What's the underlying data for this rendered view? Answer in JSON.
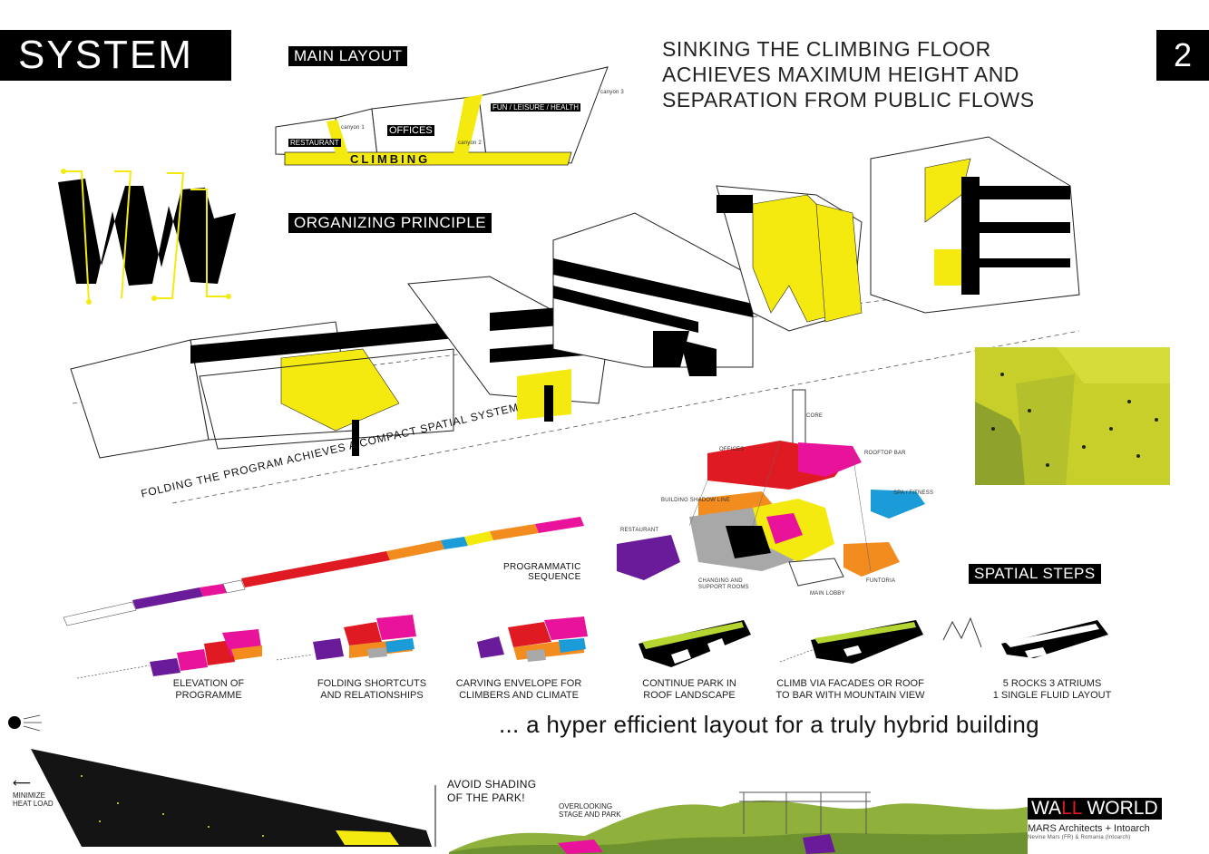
{
  "header": {
    "title": "SYSTEM",
    "page_number": "2",
    "headline_lines": [
      "SINKING THE CLIMBING FLOOR",
      "ACHIEVES MAXIMUM HEIGHT AND",
      "SEPARATION FROM PUBLIC FLOWS"
    ]
  },
  "main_layout": {
    "label": "MAIN LAYOUT",
    "zones": {
      "restaurant": "RESTAURANT",
      "offices": "OFFICES",
      "fun": "FUN / LEISURE / HEALTH",
      "climbing": "CLIMBING",
      "canyon1": "canyon 1",
      "canyon2": "canyon 2",
      "canyon3": "canyon 3"
    }
  },
  "organizing_principle": {
    "label": "ORGANIZING PRINCIPLE"
  },
  "program": {
    "folding_caption": "FOLDING THE PROGRAM ACHIEVES A COMPACT SPATIAL SYSTEM",
    "sequence_caption_1": "PROGRAMMATIC",
    "sequence_caption_2": "SEQUENCE"
  },
  "exploded": {
    "core": "CORE",
    "offices": "OFFICES",
    "rooftop_bar": "ROOFTOP BAR",
    "shadow_line": "BUILDING SHADOW LINE",
    "spa": "SPA / FITNESS",
    "restaurant": "RESTAURANT",
    "changing_1": "CHANGING AND",
    "changing_2": "SUPPORT ROOMS",
    "main_lobby": "MAIN LOBBY",
    "funtoria": "FUNTORIA"
  },
  "spatial_steps": {
    "label": "SPATIAL STEPS",
    "steps": [
      {
        "line1": "ELEVATION OF",
        "line2": "PROGRAMME"
      },
      {
        "line1": "FOLDING SHORTCUTS",
        "line2": "AND RELATIONSHIPS"
      },
      {
        "line1": "CARVING ENVELOPE FOR",
        "line2": "CLIMBERS AND CLIMATE"
      },
      {
        "line1": "CONTINUE PARK IN",
        "line2": "ROOF LANDSCAPE"
      },
      {
        "line1": "CLIMB VIA FACADES OR ROOF",
        "line2": "TO BAR WITH MOUNTAIN VIEW"
      },
      {
        "line1": "5 ROCKS 3 ATRIUMS",
        "line2": "1 SINGLE FLUID LAYOUT"
      }
    ]
  },
  "tagline": "... a hyper efficient layout for a truly hybrid building",
  "bottom": {
    "minimize_1": "MINIMIZE",
    "minimize_2": "HEAT LOAD",
    "avoid_1": "AVOID SHADING",
    "avoid_2": "OF THE PARK!",
    "overlook_1": "OVERLOOKING",
    "overlook_2": "STAGE AND PARK",
    "logo_a": "WA",
    "logo_b": "LL",
    "logo_c": " WORLD",
    "credit_1": "MARS Architects + Intoarch",
    "credit_2": "Nevine Mars (FR) & Romania (Intoarch)"
  },
  "colors": {
    "yellow": "#f5ea0f",
    "red": "#e01a22",
    "magenta": "#e8139a",
    "orange": "#f28c1e",
    "blue": "#1b9bd7",
    "purple": "#6a1b9a",
    "lime": "#b5d630",
    "green": "#8fb03b",
    "black": "#000000"
  }
}
